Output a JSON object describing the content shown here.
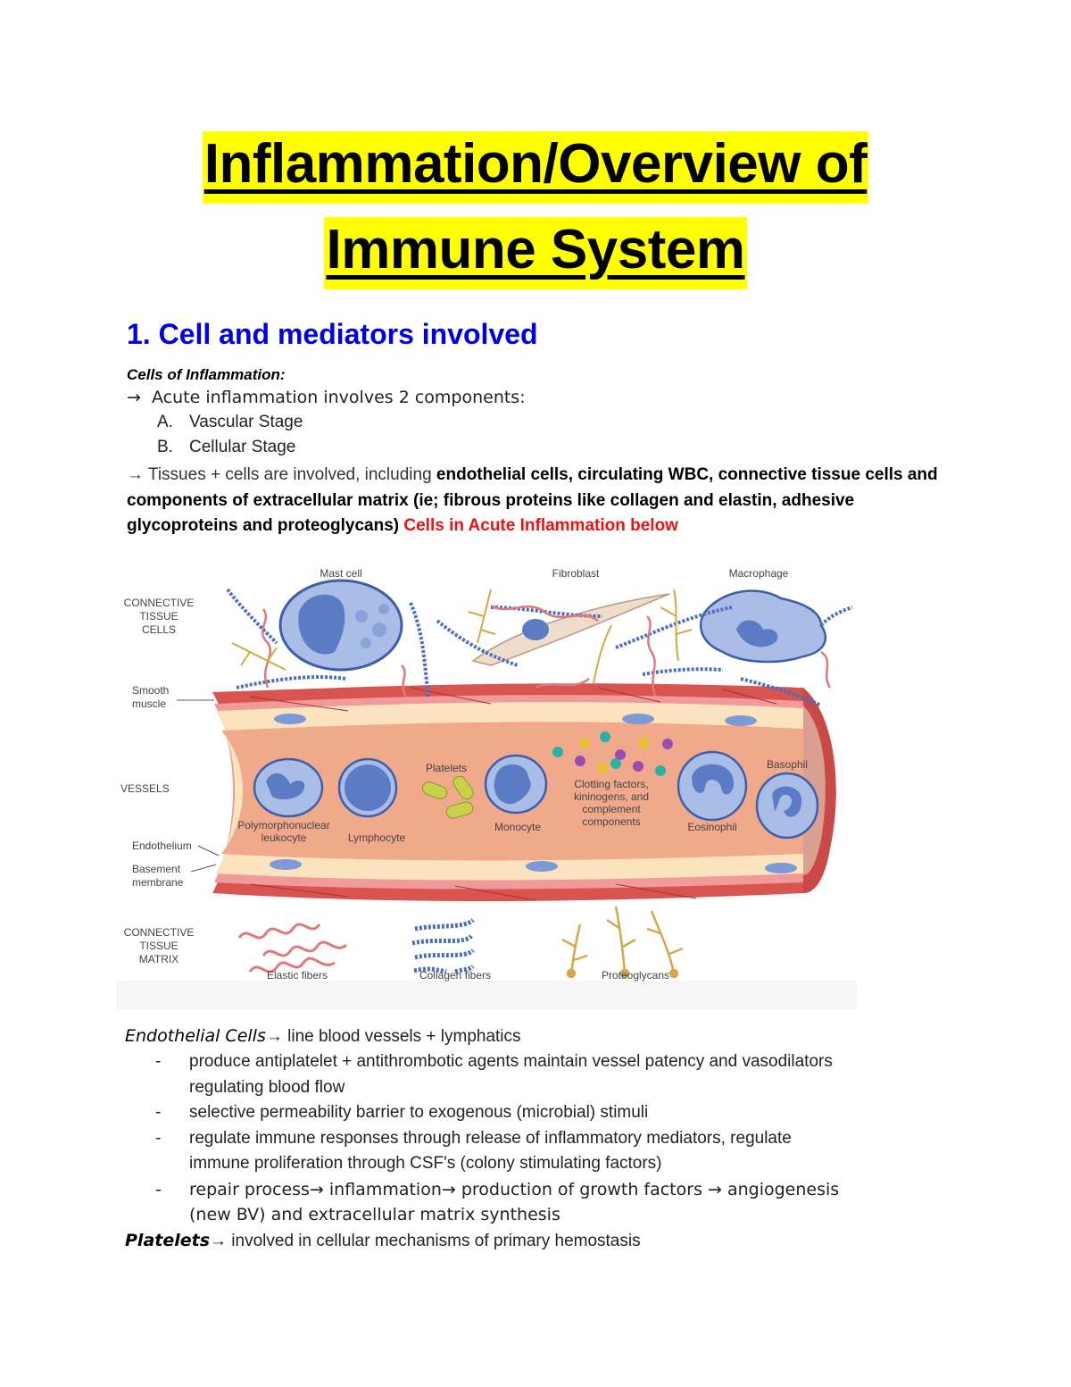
{
  "title": {
    "line1": "Inflammation/Overview of",
    "line2": "Immune System",
    "highlight_color": "#ffff00"
  },
  "section1": {
    "heading": "1. Cell and mediators involved",
    "heading_color": "#0000e6",
    "subheading": "Cells of Inflammation:",
    "arrow_glyph": "→",
    "intro": "Acute inflammation involves 2 components:",
    "list": [
      {
        "marker": "A.",
        "text": "Vascular Stage"
      },
      {
        "marker": "B.",
        "text": "Cellular Stage"
      }
    ],
    "paragraph": {
      "prefix": "→ Tissues + cells are involved, including ",
      "bold": "endothelial cells, circulating WBC, connective tissue cells and components of extracellular matrix (ie; fibrous proteins like collagen and elastin, adhesive glycoproteins and proteoglycans)",
      "red": " Cells in Acute Inflammation below",
      "red_color": "#ee1111"
    }
  },
  "figure": {
    "row_labels": {
      "connective_tissue_cells": [
        "CONNECTIVE",
        "TISSUE",
        "CELLS"
      ],
      "vessels": "VESSELS",
      "connective_tissue_matrix": [
        "CONNECTIVE",
        "TISSUE",
        "MATRIX"
      ]
    },
    "side_labels": {
      "smooth_muscle": [
        "Smooth",
        "muscle"
      ],
      "endothelium": "Endothelium",
      "basement_membrane": [
        "Basement",
        "membrane"
      ]
    },
    "cells_top": {
      "mast_cell": "Mast cell",
      "fibroblast": "Fibroblast",
      "macrophage": "Macrophage"
    },
    "cells_vessel": {
      "pmn": [
        "Polymorphonuclear",
        "leukocyte"
      ],
      "lymphocyte": "Lymphocyte",
      "platelets": "Platelets",
      "monocyte": "Monocyte",
      "clotting": [
        "Clotting factors,",
        "kininogens, and",
        "complement",
        "components"
      ],
      "eosinophil": "Eosinophil",
      "basophil": "Basophil"
    },
    "matrix": {
      "elastic": "Elastic fibers",
      "collagen": "Collagen fibers",
      "proteoglycans": "Proteoglycans"
    },
    "colors": {
      "vessel_wall": "#d9534f",
      "vessel_lumen": "#f1a98c",
      "endothelium": "#fbe3c0",
      "cell_body": "#a9bde6",
      "nucleus": "#5b7cc4",
      "elastic_fiber": "#e07a7a",
      "collagen_fiber": "#4a6fc2",
      "proteoglycan": "#d4a84a",
      "platelet": "#c7d24a"
    }
  },
  "section2": {
    "endothelial": {
      "label": "Endothelial Cells",
      "arrow": "→",
      "text": " line blood vessels + lymphatics",
      "bullets": [
        {
          "dash": "-",
          "lines": [
            "produce antiplatelet + antithrombotic agents maintain vessel patency and vasodilators",
            "regulating blood flow"
          ]
        },
        {
          "dash": "-",
          "lines": [
            "selective permeability barrier to exogenous (microbial) stimuli"
          ]
        },
        {
          "dash": "-",
          "lines": [
            "regulate immune responses through release of inflammatory mediators, regulate",
            "immune proliferation through CSF's (colony stimulating factors)"
          ]
        },
        {
          "dash": "-",
          "lines": [
            "repair process→ inflammation→ production of growth factors → angiogenesis",
            "(new BV) and extracellular matrix synthesis"
          ]
        }
      ]
    },
    "platelets": {
      "label": "Platelets",
      "arrow": "→",
      "text": " involved in cellular mechanisms of primary hemostasis"
    }
  }
}
